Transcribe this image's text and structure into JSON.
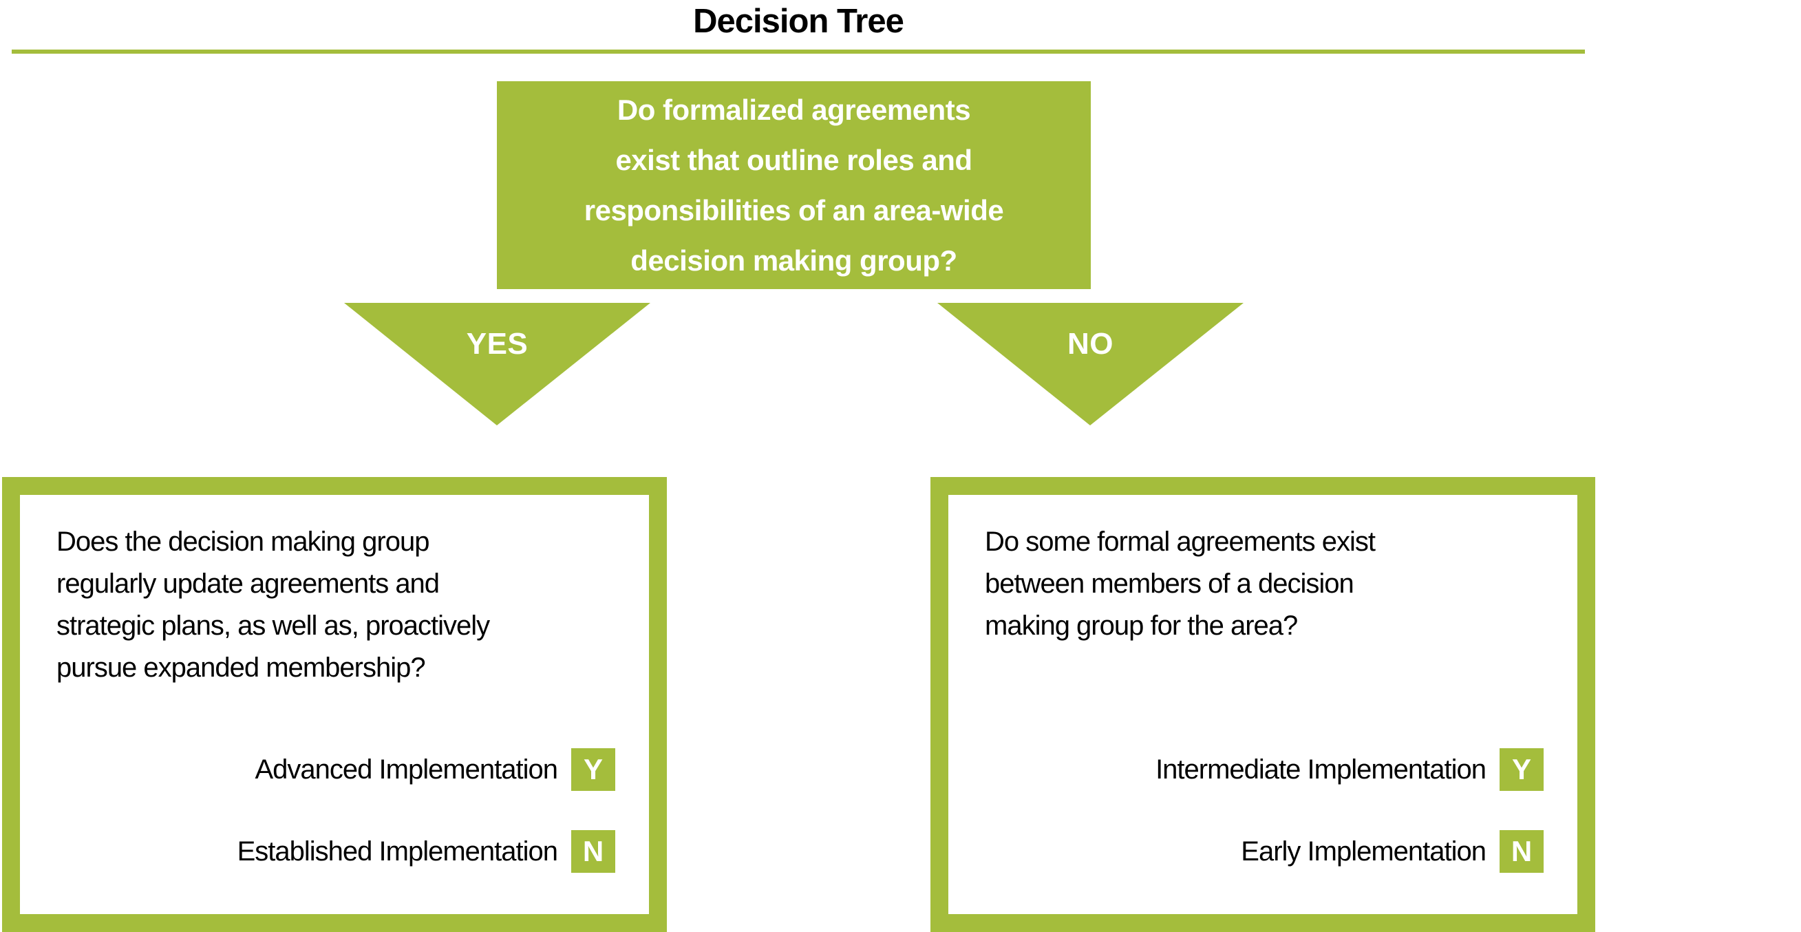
{
  "title": "Decision Tree",
  "colors": {
    "green": "#a4bd3c",
    "text": "#000000",
    "inverse_text": "#ffffff"
  },
  "root_question": {
    "text": "Do formalized agreements\nexist that outline roles and\nresponsibilities of an area-wide\ndecision making group?"
  },
  "branches": {
    "yes_label": "YES",
    "no_label": "NO"
  },
  "yes_box": {
    "question": "Does the decision making group\nregularly update agreements and\nstrategic plans, as well as, proactively\npursue expanded membership?",
    "results": [
      {
        "label": "Advanced Implementation",
        "mark": "Y"
      },
      {
        "label": "Established Implementation",
        "mark": "N"
      }
    ]
  },
  "no_box": {
    "question": "Do some formal agreements exist\nbetween members of a decision\nmaking group for the area?",
    "results": [
      {
        "label": "Intermediate Implementation",
        "mark": "Y"
      },
      {
        "label": "Early Implementation",
        "mark": "N"
      }
    ]
  }
}
